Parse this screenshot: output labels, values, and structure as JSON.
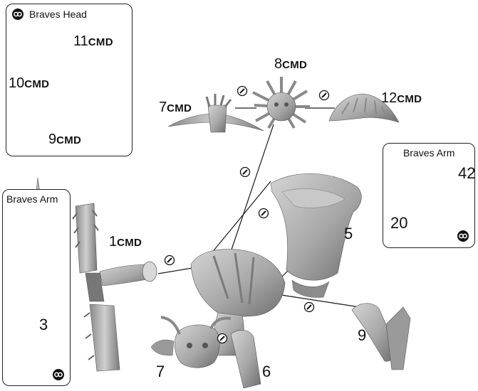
{
  "boxes": {
    "braves_head": {
      "title": "Braves Head"
    },
    "braves_arm_right": {
      "title": "Braves Arm"
    },
    "braves_arm_left": {
      "title": "Braves Arm"
    }
  },
  "labels": {
    "p11": {
      "num": "11",
      "suffix": "CMD"
    },
    "p10": {
      "num": "10",
      "suffix": "CMD"
    },
    "p9cmd": {
      "num": "9",
      "suffix": "CMD"
    },
    "p8": {
      "num": "8",
      "suffix": "CMD"
    },
    "p7cmd": {
      "num": "7",
      "suffix": "CMD"
    },
    "p12": {
      "num": "12",
      "suffix": "CMD"
    },
    "p1": {
      "num": "1",
      "suffix": "CMD"
    },
    "p42": "42",
    "p20": "20",
    "p5": "5",
    "p3": "3",
    "p9": "9",
    "p7": "7",
    "p6": "6"
  },
  "colors": {
    "part_fill": "#a9a9a9",
    "part_shadow": "#6f6f6f",
    "part_highlight": "#d2d2d2",
    "line": "#1a1a1a",
    "box_border": "#222222"
  },
  "icons": {
    "glue": "glue-drop-icon",
    "sprue": "sprue-link-icon"
  }
}
